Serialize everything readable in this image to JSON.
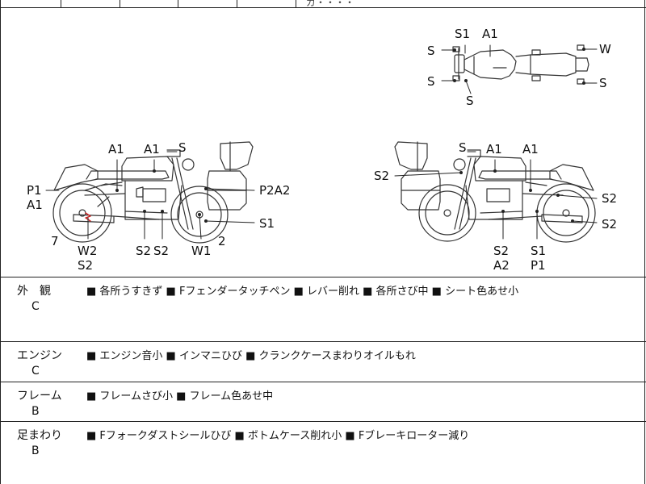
{
  "top_strip": {
    "text": "ガ・・・・"
  },
  "diagram": {
    "top_view": {
      "s1": "S1",
      "a1": "A1",
      "s_left_top": "S",
      "s_left_bottom": "S",
      "s_bottom": "S",
      "w": "W",
      "s_right": "S"
    },
    "left_view": {
      "a1_a": "A1",
      "a1_b": "A1",
      "s_top": "S",
      "p1": "P1",
      "a1_left": "A1",
      "p2a2": "P2A2",
      "s1": "S1",
      "n7": "7",
      "w2": "W2",
      "s2_left": "S2",
      "s2_a": "S2",
      "s2_b": "S2",
      "w1": "W1",
      "n2": "2"
    },
    "right_view": {
      "s_top": "S",
      "a1_a": "A1",
      "a1_b": "A1",
      "s2_left": "S2",
      "s2_right_a": "S2",
      "s2_right_b": "S2",
      "s2_bottom": "S2",
      "a2": "A2",
      "s1": "S1",
      "p1": "P1"
    }
  },
  "sections": [
    {
      "title": "外　観",
      "grade": "C",
      "notes": "■ 各所うすきず ■ Fフェンダータッチペン ■ レバー削れ ■ 各所さび中 ■ シート色あせ小"
    },
    {
      "title": "エンジン",
      "grade": "C",
      "notes": "■ エンジン音小 ■ インマニひび ■ クランクケースまわりオイルもれ"
    },
    {
      "title": "フレーム",
      "grade": "B",
      "notes": "■ フレームさび小 ■ フレーム色あせ中"
    },
    {
      "title": "足まわり",
      "grade": "B",
      "notes": "■ Fフォークダストシールひび ■ ボトムケース削れ小 ■ Fブレーキローター減り"
    }
  ]
}
